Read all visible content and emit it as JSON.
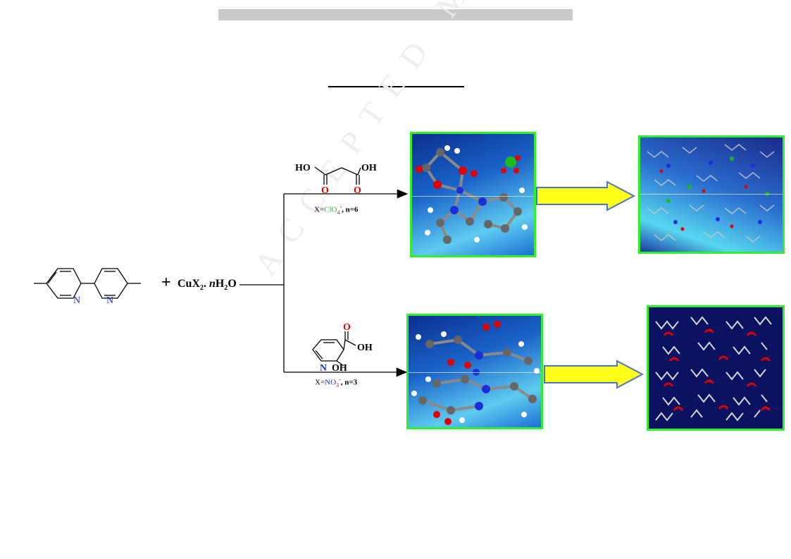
{
  "reactant": {
    "salt_formula": "CuX",
    "salt_subscript": "2",
    "hydrate": ". nH",
    "water_sub": "2",
    "water_tail": "O"
  },
  "ligand_atoms": {
    "n1": "N",
    "n2": "N"
  },
  "route_top": {
    "acid_labels": {
      "left": "HO",
      "right": "OH",
      "o1": "O",
      "o2": "O"
    },
    "condition_prefix": "X=",
    "condition_ion": "ClO",
    "condition_ion_sub": "4",
    "condition_ion_charge": "-",
    "condition_suffix": ", n=6"
  },
  "route_bottom": {
    "acid_labels": {
      "cooh": "OH",
      "o_carbonyl": "O",
      "ring_n": "N",
      "ring_oh": "OH"
    },
    "condition_prefix": "X=",
    "condition_ion": "NO",
    "condition_ion_sub": "3",
    "condition_ion_charge": "-",
    "condition_suffix": ", n=3"
  },
  "colors": {
    "panel_border": "#2ef02e",
    "arrow_fill": "#ffff1a",
    "arrow_stroke": "#4a78c0",
    "nitrogen": "#1a2fd6",
    "oxygen": "#e00000",
    "chlorine": "#1fb81f",
    "carbon": "#666666",
    "hydrogen": "#ffffff"
  }
}
